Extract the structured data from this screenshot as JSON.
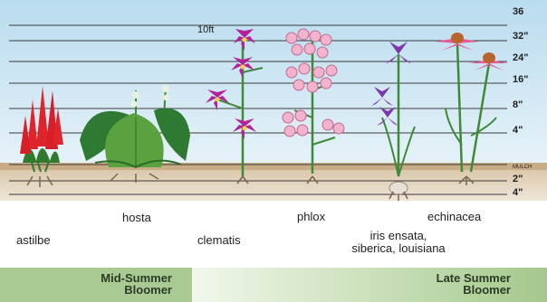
{
  "diagram": {
    "height_markers": {
      "top": "36",
      "above_ground": [
        "32\"",
        "24\"",
        "16\"",
        "8\"",
        "4\""
      ],
      "mulch": "MULCH",
      "below_ground": [
        "2\"",
        "4\""
      ]
    },
    "clematis_height_label": "10ft",
    "plants": [
      {
        "name": "astilbe"
      },
      {
        "name": "hosta"
      },
      {
        "name": "clematis"
      },
      {
        "name": "phlox"
      },
      {
        "name": "iris ensata,",
        "name_line2": "siberica, louisiana"
      },
      {
        "name": "echinacea"
      }
    ],
    "bloom_bands": [
      {
        "line1": "Mid-Summer",
        "line2": "Bloomer"
      },
      {
        "line1": "Late Summer",
        "line2": "Bloomer"
      }
    ],
    "colors": {
      "sky": "#cfe6f3",
      "soil": "#d6c2a6",
      "astilbe": "#e0242c",
      "hosta_leaf": "#3f8a3a",
      "clematis": "#b3239b",
      "phlox": "#f4b3cc",
      "iris": "#7b3aa8",
      "echinacea": "#e65b95",
      "band_green": "#a9cb93"
    }
  }
}
